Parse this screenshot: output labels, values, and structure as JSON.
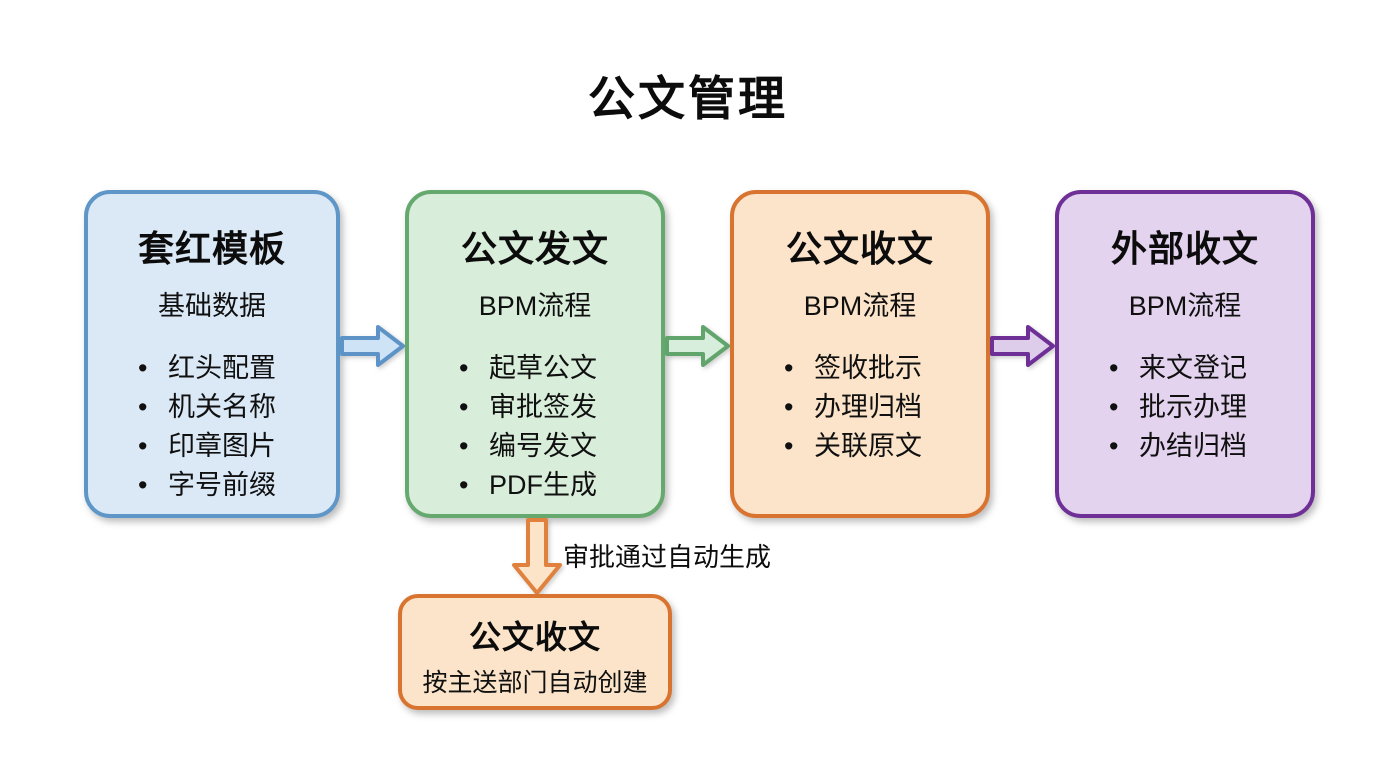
{
  "page": {
    "title": "公文管理"
  },
  "boxes": [
    {
      "title": "套红模板",
      "subtitle": "基础数据",
      "items": [
        "红头配置",
        "机关名称",
        "印章图片",
        "字号前缀"
      ],
      "colors": {
        "border": "#5e96c8",
        "fill": "#dbe9f7"
      }
    },
    {
      "title": "公文发文",
      "subtitle": "BPM流程",
      "items": [
        "起草公文",
        "审批签发",
        "编号发文",
        "PDF生成"
      ],
      "colors": {
        "border": "#66a96f",
        "fill": "#d8edda"
      }
    },
    {
      "title": "公文收文",
      "subtitle": "BPM流程",
      "items": [
        "签收批示",
        "办理归档",
        "关联原文"
      ],
      "colors": {
        "border": "#d8742f",
        "fill": "#fbe4c9"
      }
    },
    {
      "title": "外部收文",
      "subtitle": "BPM流程",
      "items": [
        "来文登记",
        "批示办理",
        "办结归档"
      ],
      "colors": {
        "border": "#6e3097",
        "fill": "#e3d3ee"
      }
    }
  ],
  "arrows": {
    "blue": {
      "stroke": "#5d93c6",
      "fill": "#cfe3f6"
    },
    "green": {
      "stroke": "#61a56c",
      "fill": "#d6eedb"
    },
    "purple": {
      "stroke": "#6e2f96",
      "fill": "#ddcdeb"
    },
    "down": {
      "stroke": "#e0813e",
      "fill": "#fce4c9",
      "label": "审批通过自动生成"
    }
  },
  "bottom_box": {
    "title": "公文收文",
    "subtitle": "按主送部门自动创建",
    "colors": {
      "border": "#d8742f",
      "fill": "#fbe4c9"
    }
  }
}
